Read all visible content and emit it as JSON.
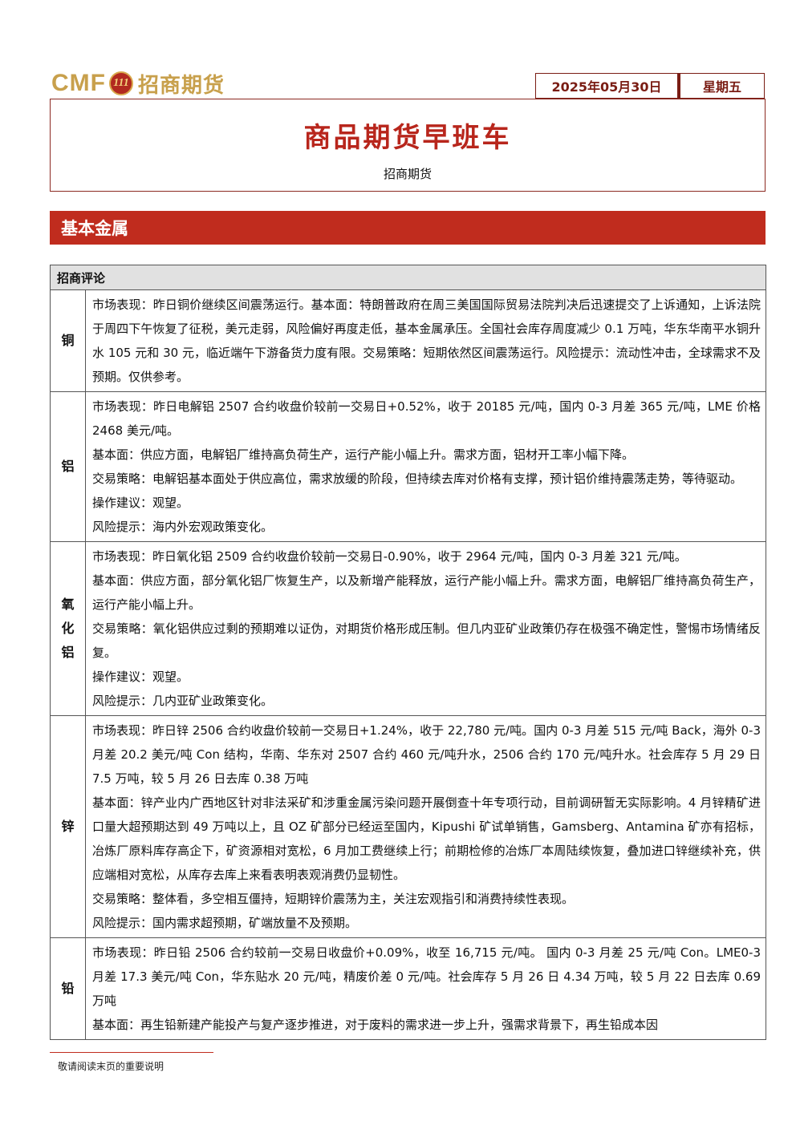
{
  "header": {
    "logo_text": "CMF",
    "logo_badge": "111",
    "logo_cn": "招商期货",
    "date": "2025年05月30日",
    "weekday": "星期五"
  },
  "title": {
    "main": "商品期货早班车",
    "subtitle": "招商期货"
  },
  "section": {
    "title": "基本金属"
  },
  "table": {
    "header": "招商评论",
    "rows": [
      {
        "name": "铜",
        "paragraphs": [
          "市场表现：昨日铜价继续区间震荡运行。基本面：特朗普政府在周三美国国际贸易法院判决后迅速提交了上诉通知，上诉法院于周四下午恢复了征税，美元走弱，风险偏好再度走低，基本金属承压。全国社会库存周度减少 0.1 万吨，华东华南平水铜升水 105 元和 30 元，临近端午下游备货力度有限。交易策略：短期依然区间震荡运行。风险提示：流动性冲击，全球需求不及预期。仅供参考。"
        ]
      },
      {
        "name": "铝",
        "paragraphs": [
          "市场表现：昨日电解铝 2507 合约收盘价较前一交易日+0.52%，收于 20185 元/吨，国内 0-3 月差 365 元/吨，LME 价格 2468 美元/吨。",
          "基本面：供应方面，电解铝厂维持高负荷生产，运行产能小幅上升。需求方面，铝材开工率小幅下降。",
          "交易策略：电解铝基本面处于供应高位，需求放缓的阶段，但持续去库对价格有支撑，预计铝价维持震荡走势，等待驱动。",
          "操作建议：观望。",
          "风险提示：海内外宏观政策变化。"
        ]
      },
      {
        "name": "氧化铝",
        "paragraphs": [
          "市场表现：昨日氧化铝 2509 合约收盘价较前一交易日-0.90%，收于 2964 元/吨，国内 0-3 月差 321 元/吨。",
          "基本面：供应方面，部分氧化铝厂恢复生产，以及新增产能释放，运行产能小幅上升。需求方面，电解铝厂维持高负荷生产，运行产能小幅上升。",
          "交易策略：氧化铝供应过剩的预期难以证伪，对期货价格形成压制。但几内亚矿业政策仍存在极强不确定性，警惕市场情绪反复。",
          "操作建议：观望。",
          "风险提示：几内亚矿业政策变化。"
        ]
      },
      {
        "name": "锌",
        "paragraphs": [
          "市场表现：昨日锌 2506 合约收盘价较前一交易日+1.24%，收于 22,780 元/吨。国内 0-3 月差 515 元/吨 Back，海外 0-3 月差 20.2 美元/吨 Con 结构，华南、华东对 2507 合约 460 元/吨升水，2506 合约 170 元/吨升水。社会库存 5 月 29 日 7.5 万吨，较 5 月 26 日去库 0.38 万吨",
          "基本面：锌产业内广西地区针对非法采矿和涉重金属污染问题开展倒查十年专项行动，目前调研暂无实际影响。4 月锌精矿进口量大超预期达到 49 万吨以上，且 OZ 矿部分已经运至国内，Kipushi 矿试单销售，Gamsberg、Antamina 矿亦有招标，冶炼厂原料库存高企下，矿资源相对宽松，6 月加工费继续上行；前期检修的冶炼厂本周陆续恢复，叠加进口锌继续补充，供应端相对宽松，从库存去库上来看表明表观消费仍显韧性。",
          "交易策略：整体看，多空相互僵持，短期锌价震荡为主，关注宏观指引和消费持续性表现。",
          "风险提示：国内需求超预期，矿端放量不及预期。"
        ]
      },
      {
        "name": "铅",
        "paragraphs": [
          "市场表现：昨日铅 2506 合约较前一交易日收盘价+0.09%，收至 16,715 元/吨。 国内 0-3 月差 25 元/吨 Con。LME0-3 月差 17.3 美元/吨 Con，华东贴水 20 元/吨，精废价差 0 元/吨。社会库存 5 月 26 日 4.34 万吨，较 5 月 22 日去库 0.69 万吨",
          "基本面：再生铅新建产能投产与复产逐步推进，对于废料的需求进一步上升，强需求背景下，再生铅成本因"
        ]
      }
    ]
  },
  "footer": {
    "note": "敬请阅读末页的重要说明"
  }
}
